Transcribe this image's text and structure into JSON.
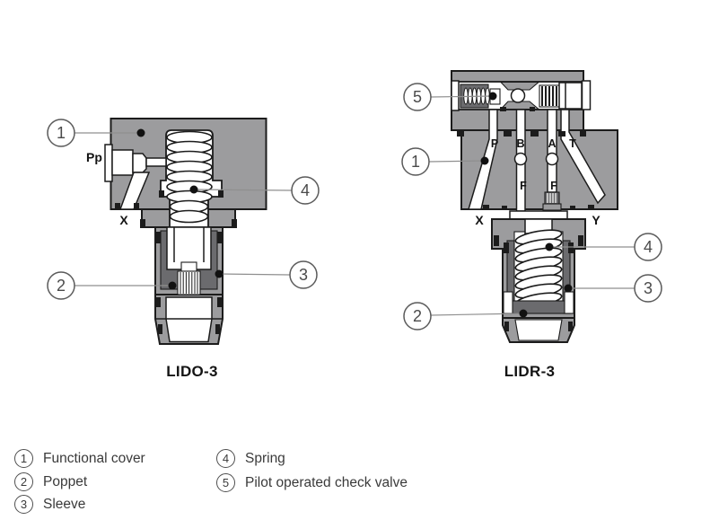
{
  "colors": {
    "body_gray": "#9c9c9e",
    "inner_dark_gray": "#6b6b6e",
    "outline_black": "#1c1c1c",
    "callout_gray": "#4a4a4a",
    "background": "#ffffff"
  },
  "diagrams": {
    "lido": {
      "caption": "LIDO-3",
      "labels": {
        "pp": "Pp",
        "x": "X"
      },
      "callouts": {
        "c1": "1",
        "c2": "2",
        "c3": "3",
        "c4": "4"
      }
    },
    "lidr": {
      "caption": "LIDR-3",
      "labels": {
        "p": "P",
        "b": "B",
        "a": "A",
        "t": "T",
        "f1": "F",
        "f2": "F",
        "x": "X",
        "y": "Y"
      },
      "callouts": {
        "c1": "1",
        "c2": "2",
        "c3": "3",
        "c4": "4",
        "c5": "5"
      }
    }
  },
  "legend": {
    "items": [
      {
        "num": "1",
        "label": "Functional cover"
      },
      {
        "num": "2",
        "label": "Poppet"
      },
      {
        "num": "3",
        "label": "Sleeve"
      },
      {
        "num": "4",
        "label": "Spring"
      },
      {
        "num": "5",
        "label": "Pilot operated check valve"
      }
    ]
  }
}
